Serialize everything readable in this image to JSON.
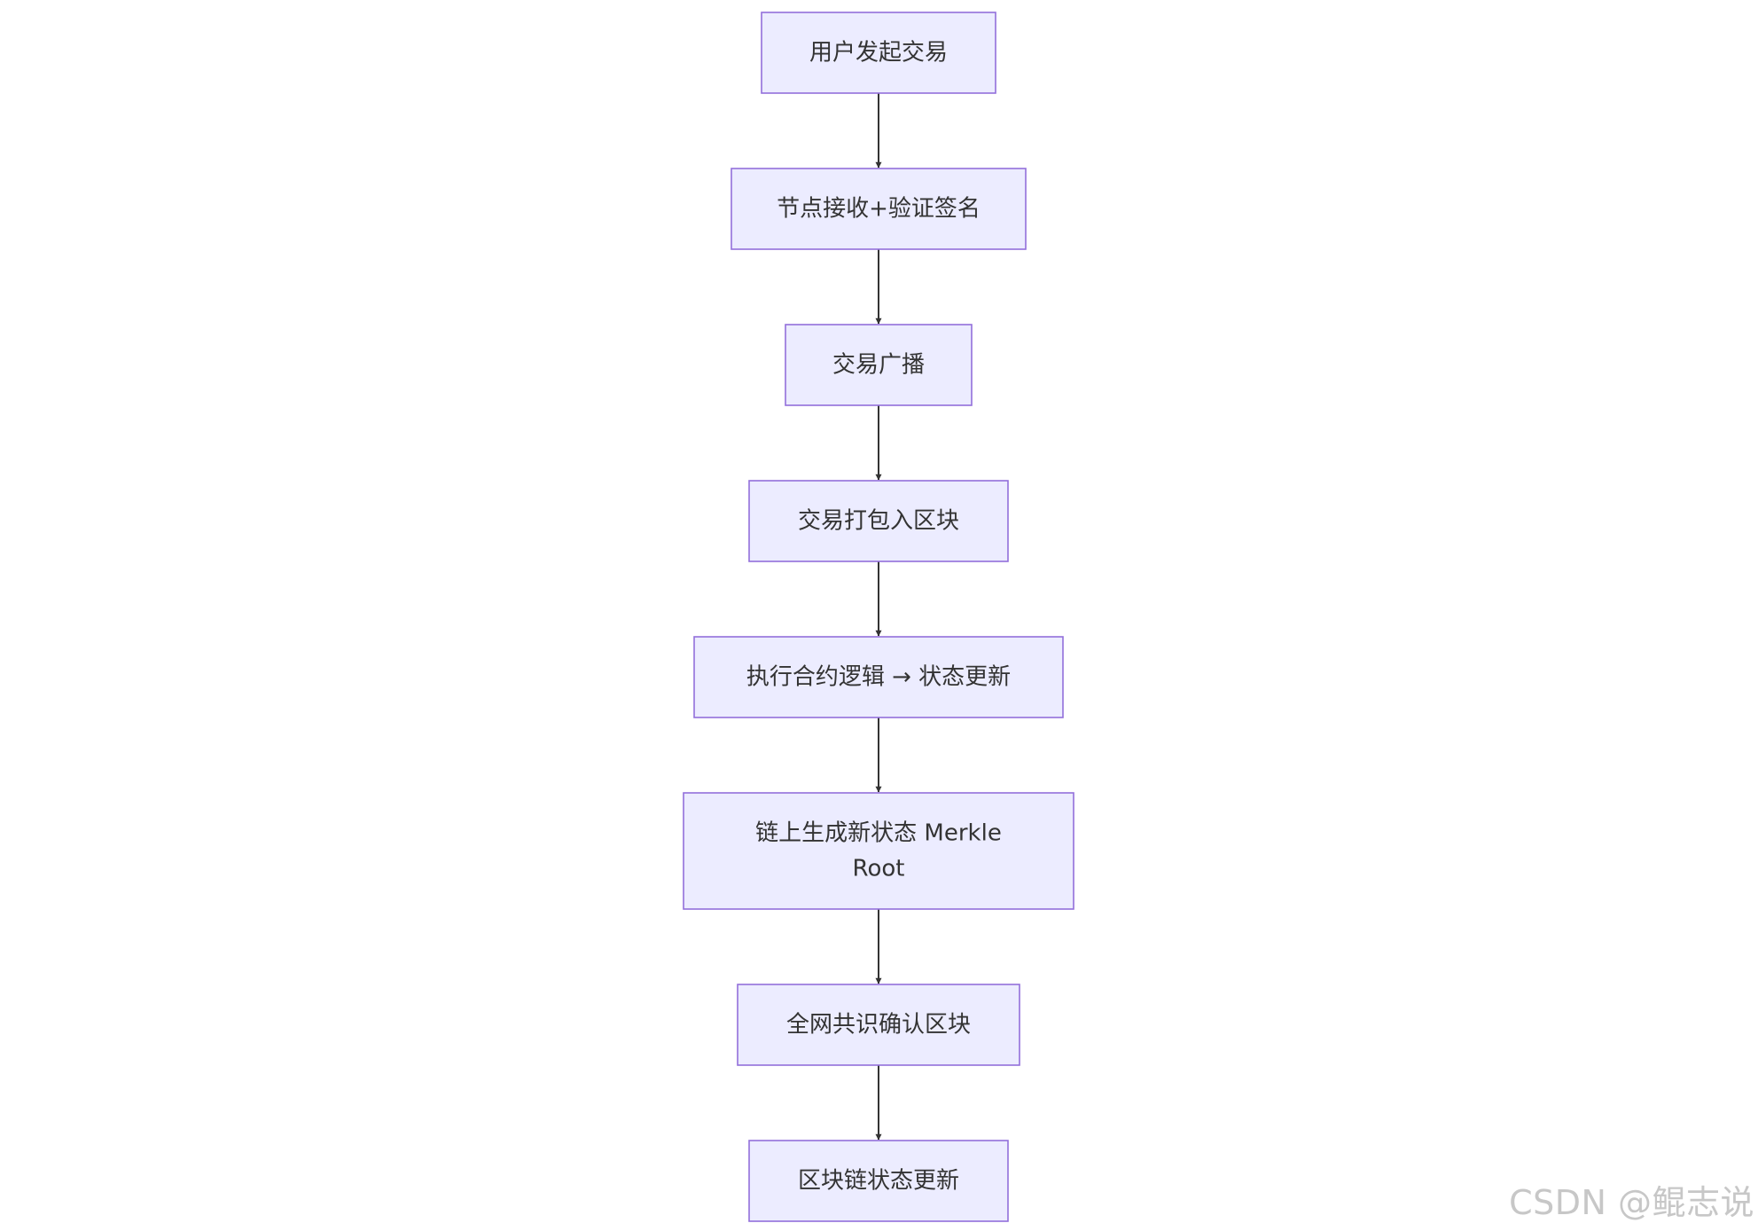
{
  "diagram": {
    "type": "flowchart",
    "direction": "top-to-bottom",
    "colors": {
      "node_fill": "#ECECFF",
      "node_border": "#9370DB",
      "edge": "#333333",
      "text": "#333333"
    },
    "nodes": [
      {
        "id": "n1",
        "label": [
          "用户发起交易"
        ]
      },
      {
        "id": "n2",
        "label": [
          "节点接收+验证签名"
        ]
      },
      {
        "id": "n3",
        "label": [
          "交易广播"
        ]
      },
      {
        "id": "n4",
        "label": [
          "交易打包入区块"
        ]
      },
      {
        "id": "n5",
        "label": [
          "执行合约逻辑 → 状态更新"
        ]
      },
      {
        "id": "n6",
        "label": [
          "链上生成新状态 Merkle",
          "Root"
        ]
      },
      {
        "id": "n7",
        "label": [
          "全网共识确认区块"
        ]
      },
      {
        "id": "n8",
        "label": [
          "区块链状态更新"
        ]
      }
    ],
    "edges": [
      {
        "from": "n1",
        "to": "n2"
      },
      {
        "from": "n2",
        "to": "n3"
      },
      {
        "from": "n3",
        "to": "n4"
      },
      {
        "from": "n4",
        "to": "n5"
      },
      {
        "from": "n5",
        "to": "n6"
      },
      {
        "from": "n6",
        "to": "n7"
      },
      {
        "from": "n7",
        "to": "n8"
      }
    ]
  },
  "watermark": "CSDN @鲲志说"
}
